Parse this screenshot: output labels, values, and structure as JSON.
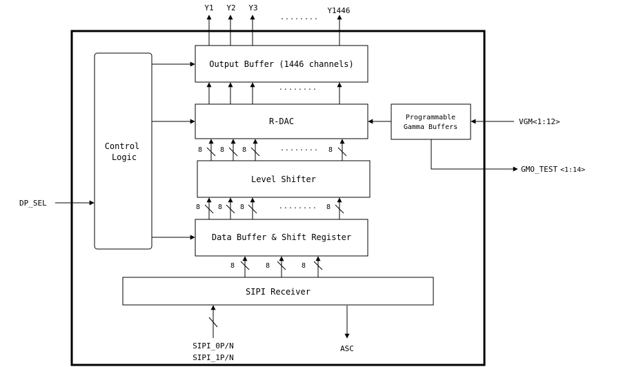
{
  "blocks": {
    "control_logic": [
      "Control",
      "Logic"
    ],
    "output_buffer": "Output Buffer (1446 channels)",
    "rdac": "R-DAC",
    "level_shifter": "Level Shifter",
    "data_buffer": "Data Buffer & Shift Register",
    "sipi_receiver": "SIPI Receiver",
    "gamma_buffers": [
      "Programmable",
      "Gamma Buffers"
    ]
  },
  "outputs": [
    "Y1",
    "Y2",
    "Y3",
    "Y1446"
  ],
  "dots": "........",
  "bus_width": "8",
  "signals": {
    "dp_sel": "DP_SEL",
    "vgm": "VGM<1:12>",
    "gmo_test": "GMO_TEST",
    "gmo_test_range": "<1:14>",
    "sipi_0": "SIPI_0P/N",
    "sipi_1": "SIPI_1P/N",
    "asc": "ASC"
  }
}
